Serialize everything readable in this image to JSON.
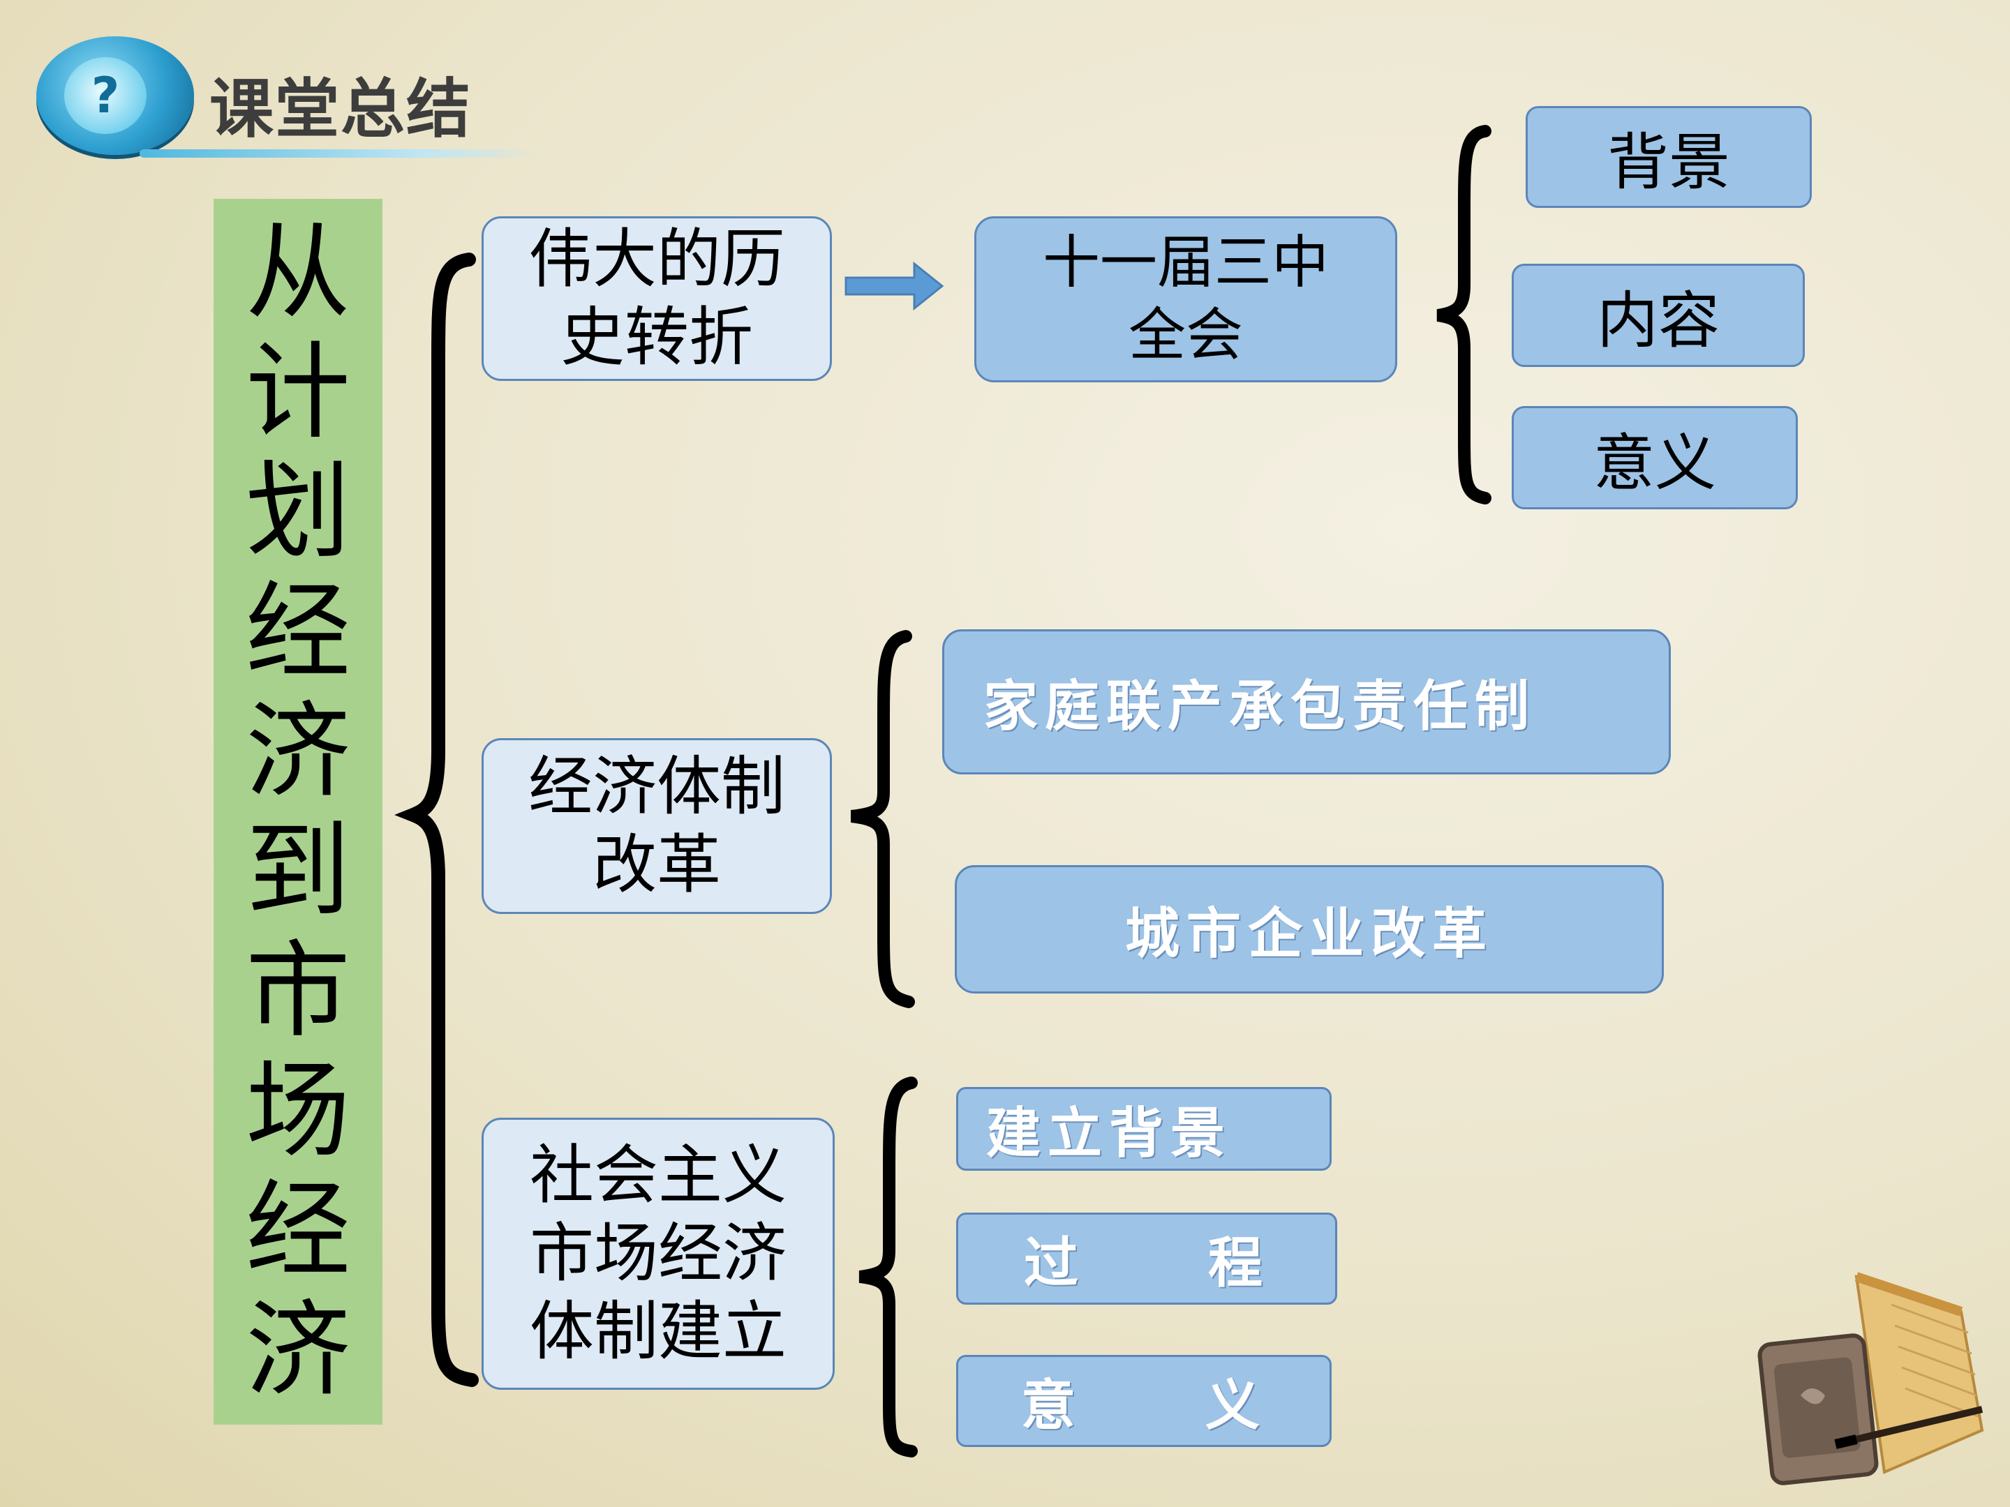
{
  "header": {
    "title": "课堂总结",
    "icon": "idea-head-icon"
  },
  "root": {
    "characters": [
      "从",
      "计",
      "划",
      "经",
      "济",
      "到",
      "市",
      "场",
      "经",
      "济"
    ]
  },
  "branches": [
    {
      "label": "伟大的历史转折",
      "meeting": "十一届三中全会",
      "items": [
        "背景",
        "内容",
        "意义"
      ]
    },
    {
      "label": "经济体制改革",
      "items": [
        "家庭联产承包责任制",
        "城市企业改革"
      ]
    },
    {
      "label": "社会主义市场经济体制建立",
      "items": [
        "建立背景",
        "过　　程",
        "意　　义"
      ]
    }
  ],
  "colors": {
    "root_band": "#a9d18e",
    "box_light": "#dde9f5",
    "box_mid": "#9dc3e6",
    "box_border": "#5b86b8",
    "arrow": "#5b9bd5"
  }
}
